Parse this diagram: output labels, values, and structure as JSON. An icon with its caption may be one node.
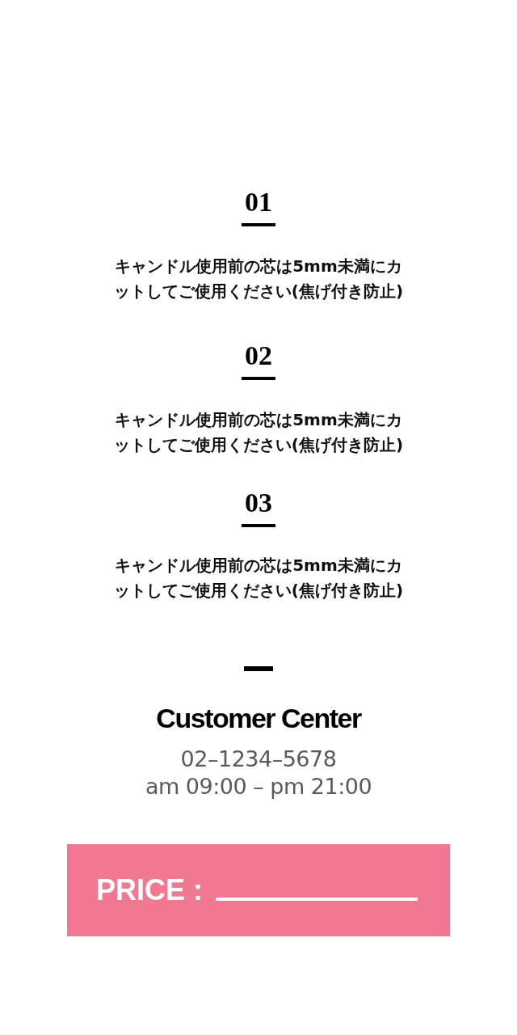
{
  "diagram": {
    "nodes": [
      {
        "text": [
          "PRICE :"
        ]
      }
    ],
    "labels": [
      "01",
      "キャンドル使用前の芯は5mm未満にカットしてご使用ください(焦げ付き防止)",
      "02",
      "キャンドル使用前の芯は5mm未満にカットしてご使用ください(焦げ付き防止)",
      "03",
      "キャンドル使用前の芯は5mm未満にカットしてご使用ください(焦げ付き防止)",
      "Customer Center",
      "02–1234–5678",
      "am 09:00 – pm 21:00"
    ]
  }
}
